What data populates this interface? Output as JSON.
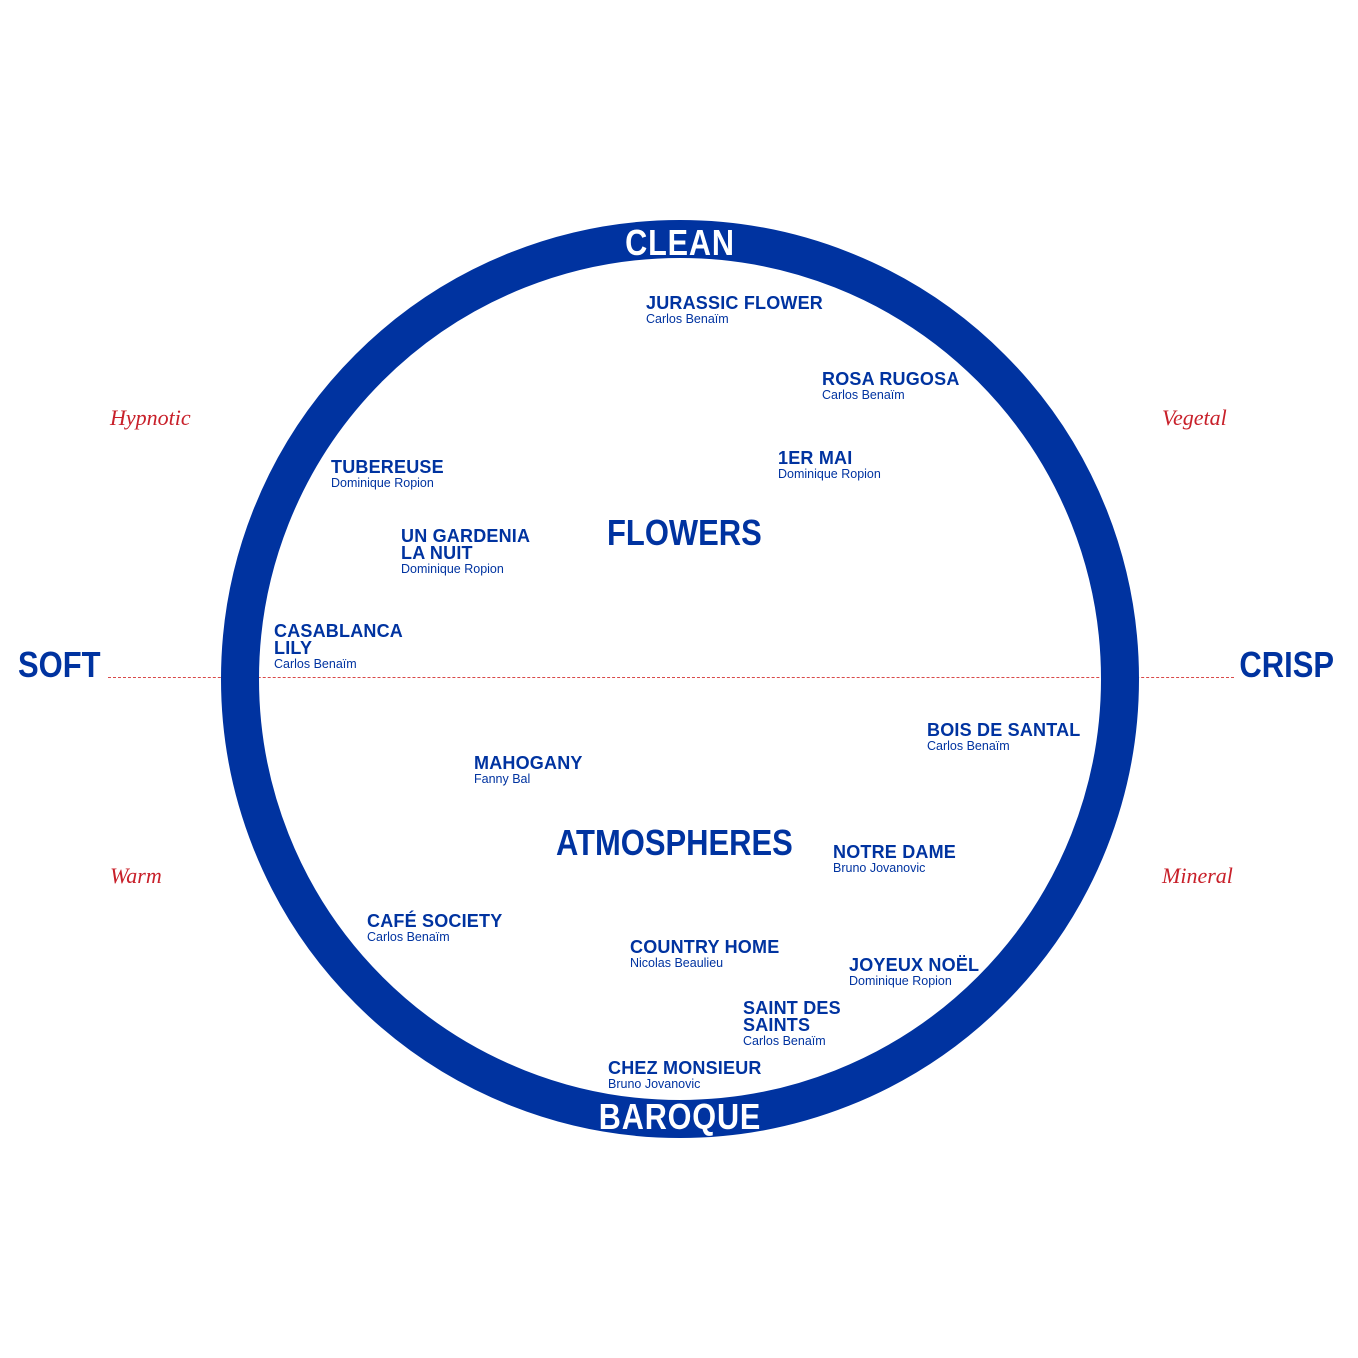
{
  "colors": {
    "primary": "#0033a0",
    "accent": "#c8202a",
    "background": "#ffffff"
  },
  "axes": {
    "top": "CLEAN",
    "bottom": "BAROQUE",
    "left": "SOFT",
    "right": "CRISP"
  },
  "moods": {
    "top_left": "Hypnotic",
    "top_right": "Vegetal",
    "bottom_left": "Warm",
    "bottom_right": "Mineral"
  },
  "families": {
    "upper": "FLOWERS",
    "lower": "ATMOSPHERES"
  },
  "perfumes": [
    {
      "name": "JURASSIC FLOWER",
      "author": "Carlos Benaïm"
    },
    {
      "name": "ROSA RUGOSA",
      "author": "Carlos Benaïm"
    },
    {
      "name": "1ER MAI",
      "author": "Dominique Ropion"
    },
    {
      "name": "TUBEREUSE",
      "author": "Dominique Ropion"
    },
    {
      "name": "UN GARDENIA\nLA NUIT",
      "author": "Dominique Ropion"
    },
    {
      "name": "CASABLANCA\nLILY",
      "author": "Carlos Benaïm"
    },
    {
      "name": "BOIS DE SANTAL",
      "author": "Carlos Benaïm"
    },
    {
      "name": "MAHOGANY",
      "author": "Fanny Bal"
    },
    {
      "name": "NOTRE DAME",
      "author": "Bruno Jovanovic"
    },
    {
      "name": "CAFÉ SOCIETY",
      "author": "Carlos Benaïm"
    },
    {
      "name": "COUNTRY HOME",
      "author": "Nicolas Beaulieu"
    },
    {
      "name": "JOYEUX NOËL",
      "author": "Dominique Ropion"
    },
    {
      "name": "SAINT DES\nSAINTS",
      "author": "Carlos Benaïm"
    },
    {
      "name": "CHEZ MONSIEUR",
      "author": "Bruno Jovanovic"
    }
  ]
}
